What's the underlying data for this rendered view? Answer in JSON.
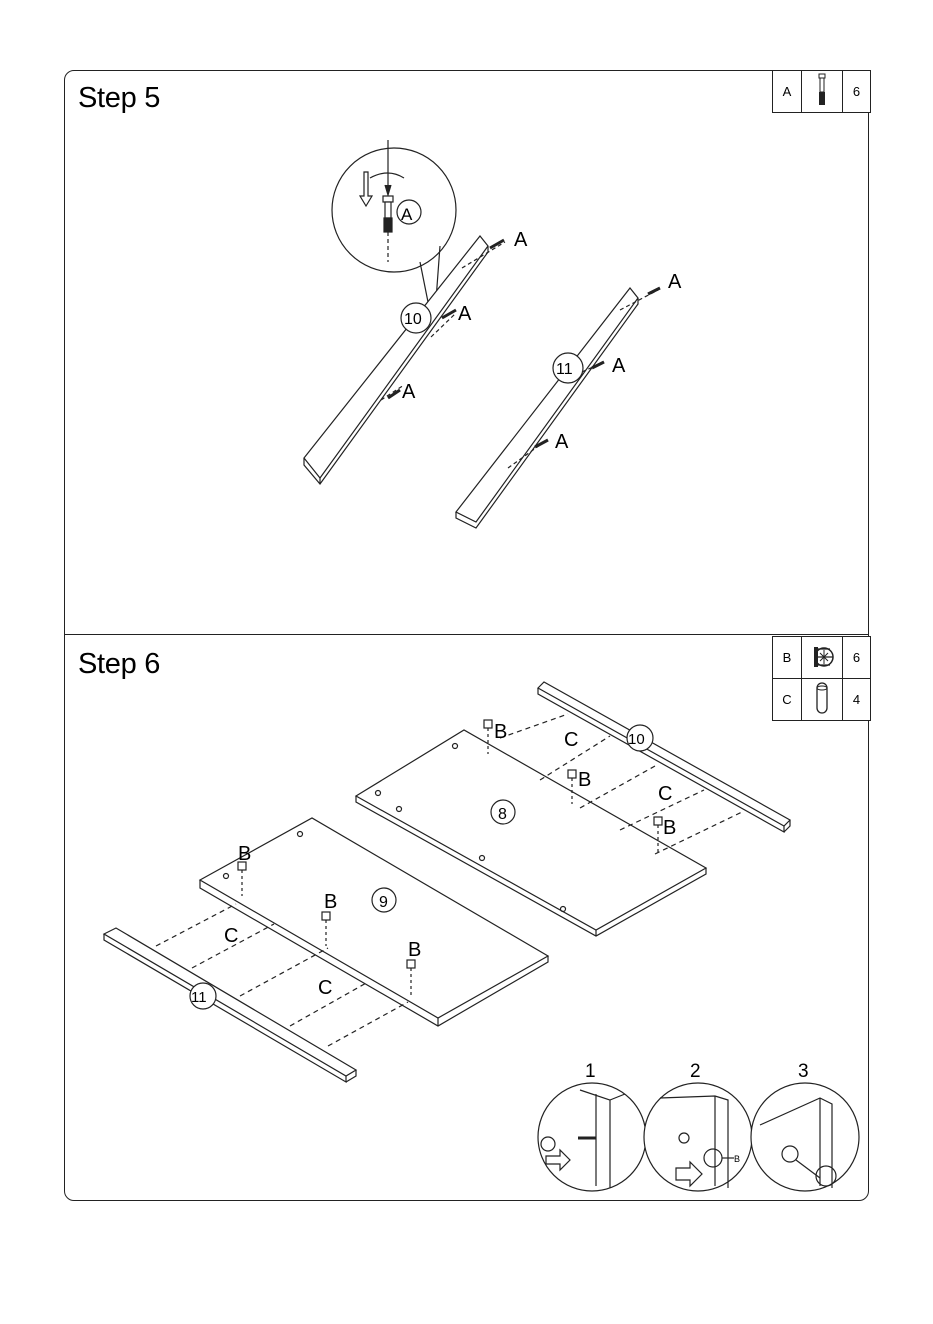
{
  "step5": {
    "title": "Step 5",
    "parts": [
      {
        "label": "A",
        "qty": "6",
        "icon": "cam-bolt-icon"
      }
    ],
    "callouts": {
      "a": "A",
      "panel_10": "10",
      "panel_11": "11"
    }
  },
  "step6": {
    "title": "Step 6",
    "parts": [
      {
        "label": "B",
        "qty": "6",
        "icon": "cam-lock-icon"
      },
      {
        "label": "C",
        "qty": "4",
        "icon": "wood-dowel-icon"
      }
    ],
    "callouts": {
      "b": "B",
      "c": "C",
      "panel_8": "8",
      "panel_9": "9",
      "panel_10": "10",
      "panel_11": "11"
    },
    "detail_steps": [
      "1",
      "2",
      "3"
    ]
  },
  "colors": {
    "line": "#222222",
    "background": "#ffffff"
  }
}
